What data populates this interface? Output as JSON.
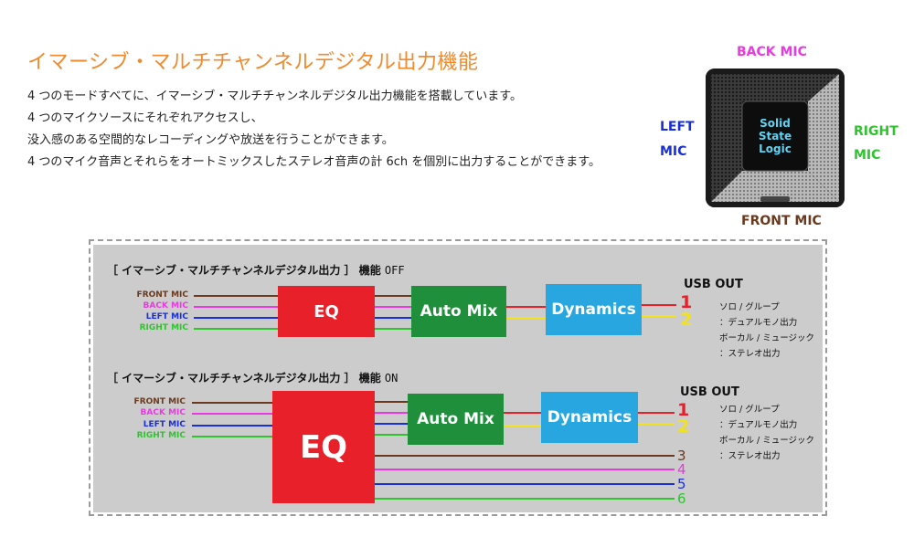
{
  "header": {
    "title": "イマーシブ・マルチチャンネルデジタル出力機能",
    "lines": [
      "4 つのモードすべてに、イマーシブ・マルチチャンネルデジタル出力機能を搭載しています。",
      "4 つのマイクソースにそれぞれアクセスし、",
      "没入感のある空間的なレコーディングや放送を行うことができます。",
      "4 つのマイク音声とそれらをオートミックスしたステレオ音声の計 6ch を個別に出力することができます。"
    ]
  },
  "device": {
    "logo_lines": [
      "Solid",
      "State",
      "Logic"
    ],
    "labels": {
      "back": "BACK  MIC",
      "left_1": "LEFT",
      "left_2": "MIC",
      "right_1": "RIGHT",
      "right_2": "MIC",
      "front": "FRONT  MIC"
    }
  },
  "colors": {
    "accent_title": "#f08a2c",
    "front": "#6b3a1e",
    "back": "#e83ae0",
    "left": "#1b2fd6",
    "right": "#2fc42f",
    "eq": "#e8202a",
    "automix": "#1f8f3c",
    "dynamics": "#27a6df",
    "out1": "#e8202a",
    "out2": "#f2e21b"
  },
  "diagram": {
    "off": {
      "title": "［ イマーシブ・マルチチャンネルデジタル出力 ］ 機能",
      "state": "OFF",
      "inputs": [
        "FRONT  MIC",
        "BACK  MIC",
        "LEFT  MIC",
        "RIGHT  MIC"
      ],
      "eq": "EQ",
      "automix": "Auto Mix",
      "dynamics": "Dynamics",
      "usb_out": "USB  OUT",
      "outputs": [
        "1",
        "2"
      ],
      "legend": [
        "ソロ / グループ",
        "：デュアルモノ出力",
        "ボーカル / ミュージック",
        "：ステレオ出力"
      ]
    },
    "on": {
      "title": "［ イマーシブ・マルチチャンネルデジタル出力 ］ 機能",
      "state": "ON",
      "inputs": [
        "FRONT  MIC",
        "BACK  MIC",
        "LEFT  MIC",
        "RIGHT  MIC"
      ],
      "eq": "EQ",
      "automix": "Auto Mix",
      "dynamics": "Dynamics",
      "usb_out": "USB  OUT",
      "outputs": [
        "1",
        "2",
        "3",
        "4",
        "5",
        "6"
      ],
      "legend": [
        "ソロ / グループ",
        "：デュアルモノ出力",
        "ボーカル / ミュージック",
        "：ステレオ出力"
      ]
    }
  }
}
